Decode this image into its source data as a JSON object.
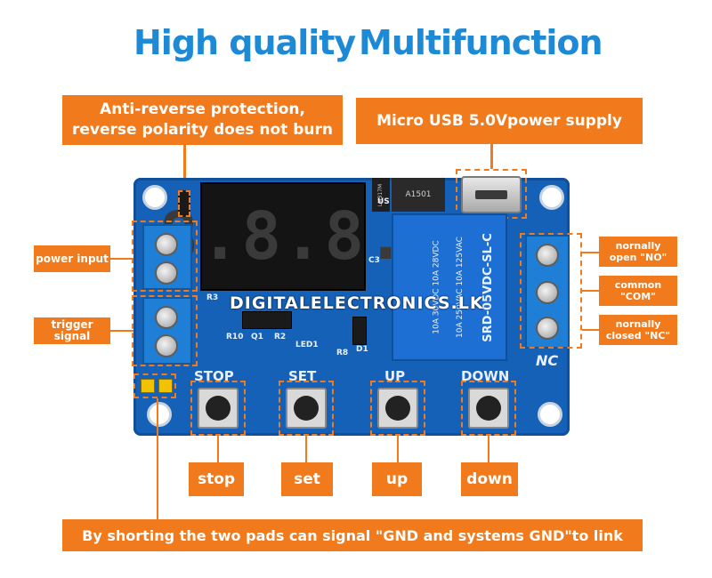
{
  "headline": {
    "left": "High quality",
    "right": "Multifunction"
  },
  "callouts": {
    "anti_reverse": "Anti-reverse protection, reverse polarity does not burn",
    "usb": "Micro USB 5.0Vpower supply",
    "power_input": "power input",
    "trigger_signal": "trigger signal",
    "no": "nornally open \"NO\"",
    "com": "common \"COM\"",
    "nc": "nornally closed \"NC\"",
    "stop": "stop",
    "set": "set",
    "up": "up",
    "down": "down",
    "bottom_note": "By shorting the two pads can signal \"GND and systems GND\"to link"
  },
  "board": {
    "watermark": "DIGITALELECTRONICS.LK",
    "display_digits": "8.8.8.",
    "button_labels": {
      "stop": "STOP",
      "set": "SET",
      "up": "UP",
      "down": "DOWN"
    },
    "relay_text": "SRD-05VDC-SL-C",
    "relay_rating_1": "10A 250VAC 10A 125VAC",
    "relay_rating_2": "10A 30VDC 10A 28VDC",
    "nc_label": "NC",
    "regulator_text": "LM317M",
    "chip_text": "A1501",
    "silk": {
      "r3": "R3",
      "r10": "R10",
      "q1": "Q1",
      "r2": "R2",
      "led1": "LED1",
      "r8": "R8",
      "d1": "D1",
      "c3": "C3",
      "us": "US"
    }
  },
  "colors": {
    "accent_orange": "#f07a1c",
    "headline_blue": "#1e8ad6",
    "pcb_blue": "#1561b8"
  }
}
